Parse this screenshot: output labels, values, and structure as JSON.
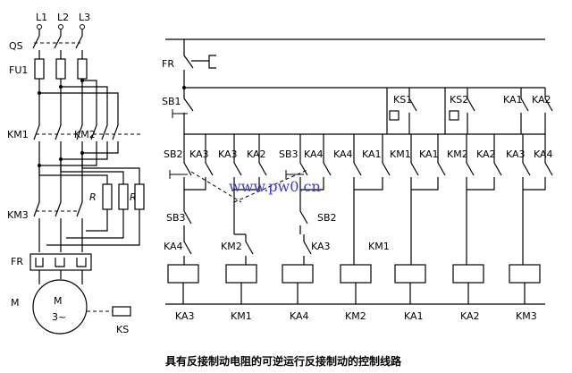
{
  "diagram": {
    "caption": "具有反接制动电阻的可逆运行反接制动的控制线路",
    "watermark": "www.pw0.cn",
    "power": {
      "phases": [
        "L1",
        "L2",
        "L3"
      ],
      "switch": "QS",
      "fuse": "FU1",
      "contactor_fwd": "KM1",
      "contactor_rev": "KM2",
      "contactor_3": "KM3",
      "resistor": "R",
      "overload": "FR",
      "motor_tag": "M",
      "motor_symbol": "M",
      "motor_phase": "3~",
      "speed_relay": "KS"
    },
    "control": {
      "overload_contact": "FR",
      "stop_button": "SB1",
      "fwd_button": "SB2",
      "rev_button": "SB3",
      "ks1": "KS1",
      "ks2": "KS2",
      "ka1": "KA1",
      "ka2": "KA2",
      "row_labels": [
        "SB2",
        "KA3",
        "KA3",
        "KA2",
        "SB3",
        "KA4",
        "KA4",
        "KA1",
        "KM1",
        "KA1",
        "KM2",
        "KA2",
        "KA3",
        "KA4"
      ],
      "lower_left": [
        "SB3",
        "KA4"
      ],
      "lower_mid": [
        "KM2",
        "KA3"
      ],
      "lower_right": [
        "SB2",
        "KM1"
      ],
      "coils": [
        "KA3",
        "KM1",
        "KA4",
        "KM2",
        "KA1",
        "KA2",
        "KM3"
      ]
    }
  }
}
